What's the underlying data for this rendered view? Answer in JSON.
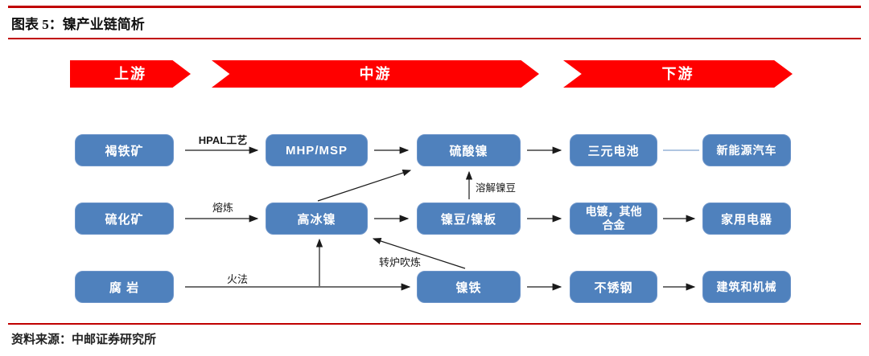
{
  "title": "图表 5：镍产业链简析",
  "source": "资料来源：中邮证券研究所",
  "banners": {
    "upstream": "上游",
    "midstream": "中游",
    "downstream": "下游"
  },
  "nodes": {
    "laterite": "褐铁矿",
    "mhp_msp": "MHP/MSP",
    "nickel_sulfate": "硫酸镍",
    "ternary_battery": "三元电池",
    "nev": "新能源汽车",
    "sulfide": "硫化矿",
    "matte": "高冰镍",
    "briquette_plate": "镍豆/镍板",
    "plating_alloy": "电镀，其他\n合金",
    "appliances": "家用电器",
    "saprolite": "腐 岩",
    "ferronickel": "镍铁",
    "stainless": "不锈钢",
    "construction": "建筑和机械"
  },
  "edge_labels": {
    "hpal": "HPAL工艺",
    "smelting": "熔炼",
    "pyro": "火法",
    "dissolve": "溶解镍豆",
    "converter": "转炉吹炼"
  },
  "colors": {
    "banner_red": "#FF0000",
    "rule_red": "#C00000",
    "box_blue": "#4F81BD",
    "box_border_blue": "#6C94C9",
    "link_blue": "#95B3D7",
    "arrow_black": "#1A1A1A"
  }
}
